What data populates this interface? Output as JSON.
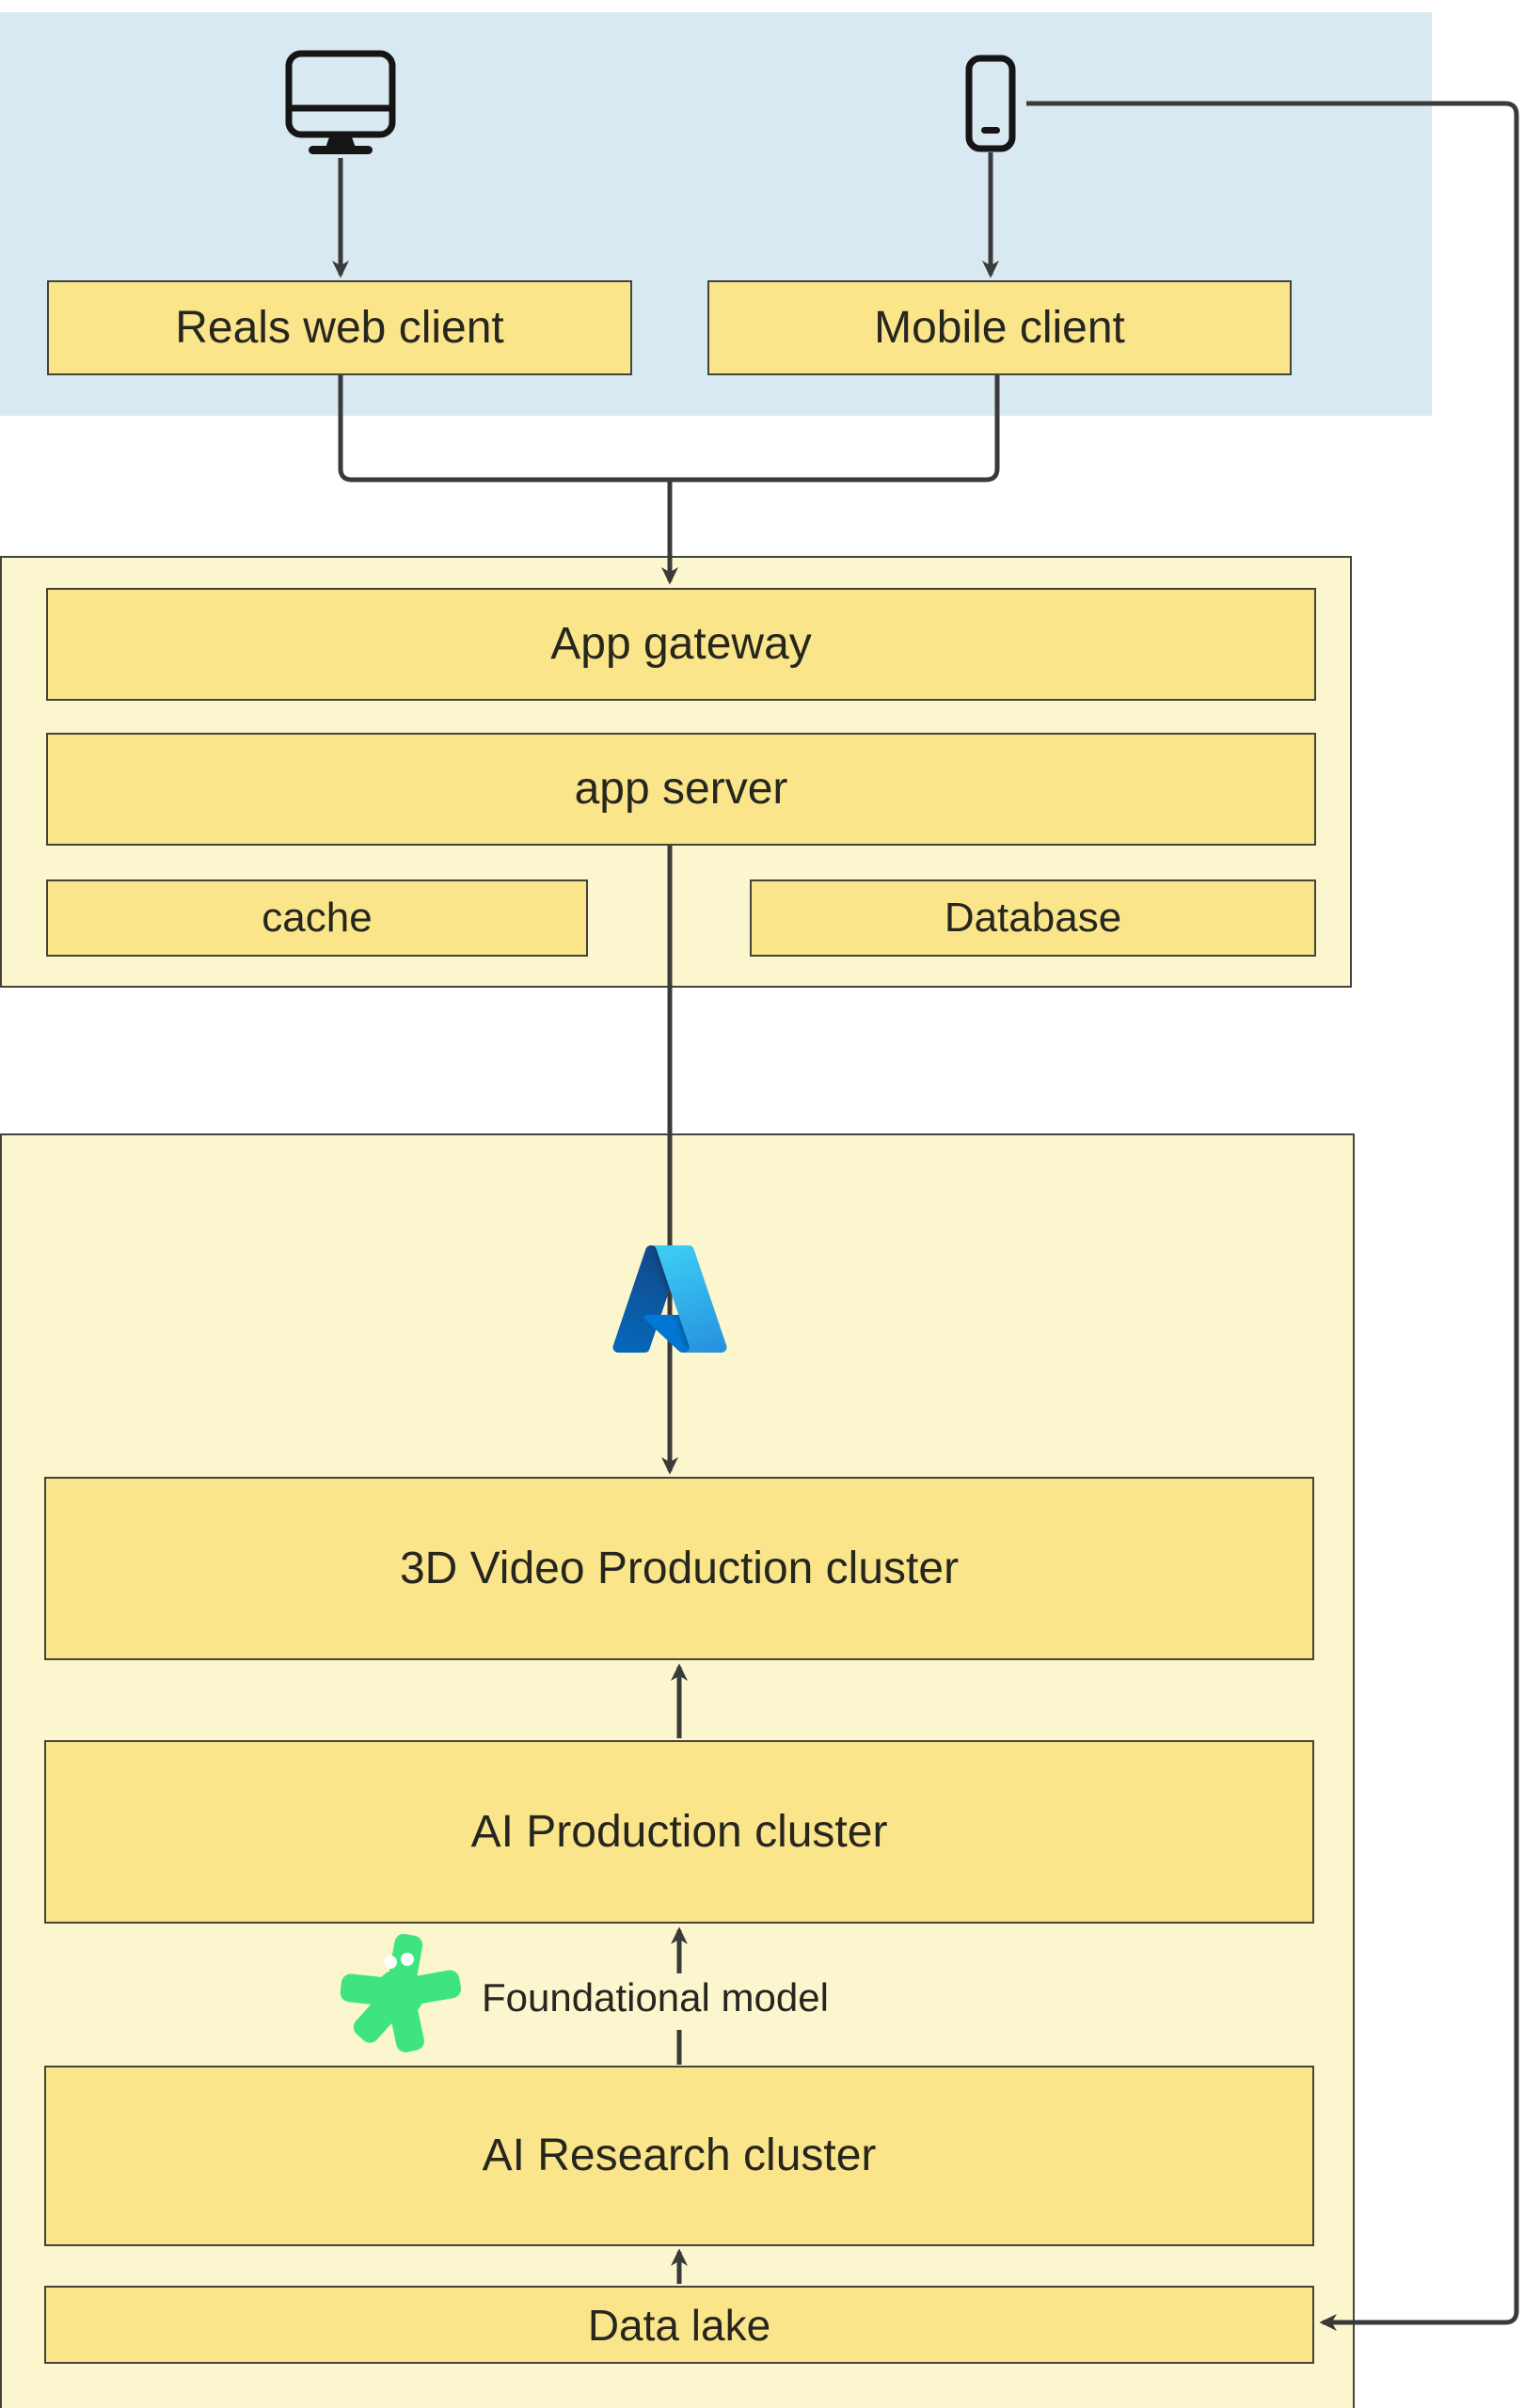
{
  "diagram": {
    "nodes": {
      "reals_web_client": "Reals web client",
      "mobile_client": "Mobile client",
      "app_gateway": "App gateway",
      "app_server": "app server",
      "cache": "cache",
      "database": "Database",
      "video_cluster": "3D Video Production cluster",
      "ai_production": "AI Production cluster",
      "ai_research": "AI Research cluster",
      "data_lake": "Data lake"
    },
    "labels": {
      "foundational_model": "Foundational model"
    },
    "icons": [
      "desktop-icon",
      "mobile-icon",
      "azure-icon",
      "foundational-model-icon"
    ],
    "colors": {
      "client_zone_bg": "#d9e9f1",
      "container_bg": "#fcf6ce",
      "node_bg": "#fae58a",
      "node_border": "#44443a",
      "connector": "#3a3a3a",
      "ink": "#26261f",
      "icon_ink": "#151515",
      "mascot_green": "#3ee57e",
      "azure_dark_blue": "#114a8b",
      "azure_mid_blue": "#0078d4",
      "azure_light_blue": "#3ccbf4"
    }
  }
}
